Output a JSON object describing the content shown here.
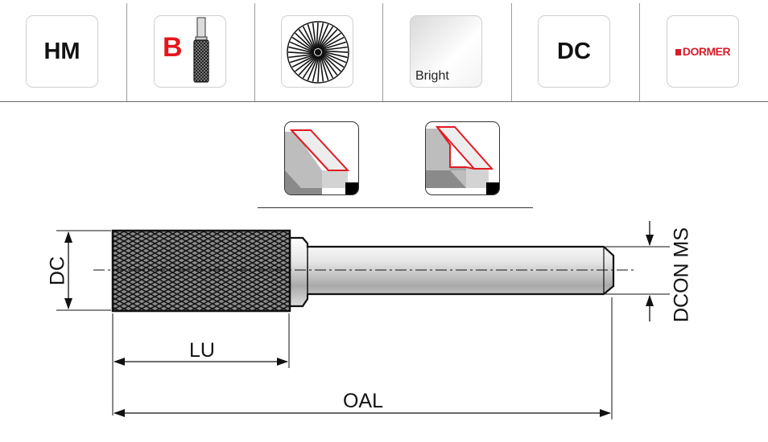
{
  "header_icons": {
    "material": "HM",
    "shape_letter": "B",
    "finish_label": "Bright",
    "cut_code": "DC",
    "brand": "DORMER"
  },
  "dimensions": {
    "cutting_diameter": "DC",
    "shank_diameter": "DCON MS",
    "cutting_length": "LU",
    "overall_length": "OAL"
  },
  "colors": {
    "brand_red": "#e4161b",
    "outline": "#111111"
  }
}
